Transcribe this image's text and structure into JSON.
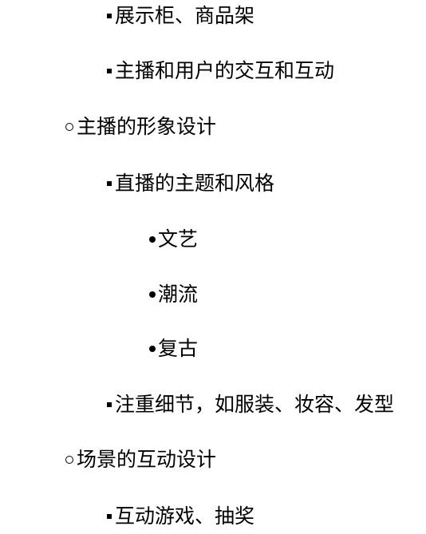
{
  "outline": {
    "items": [
      {
        "level": 2,
        "marker": "square-bullet-icon",
        "text": "展示柜、商品架"
      },
      {
        "level": 2,
        "marker": "square-bullet-icon",
        "text": "主播和用户的交互和互动"
      },
      {
        "level": 1,
        "marker": "circle-bullet-icon",
        "text": "主播的形象设计"
      },
      {
        "level": 2,
        "marker": "square-bullet-icon",
        "text": "直播的主题和风格"
      },
      {
        "level": 3,
        "marker": "disc-bullet-icon",
        "text": "文艺"
      },
      {
        "level": 3,
        "marker": "disc-bullet-icon",
        "text": "潮流"
      },
      {
        "level": 3,
        "marker": "disc-bullet-icon",
        "text": "复古"
      },
      {
        "level": 2,
        "marker": "square-bullet-icon",
        "text": "注重细节，如服装、妆容、发型"
      },
      {
        "level": 1,
        "marker": "circle-bullet-icon",
        "text": "场景的互动设计"
      },
      {
        "level": 2,
        "marker": "square-bullet-icon",
        "text": "互动游戏、抽奖"
      }
    ]
  }
}
